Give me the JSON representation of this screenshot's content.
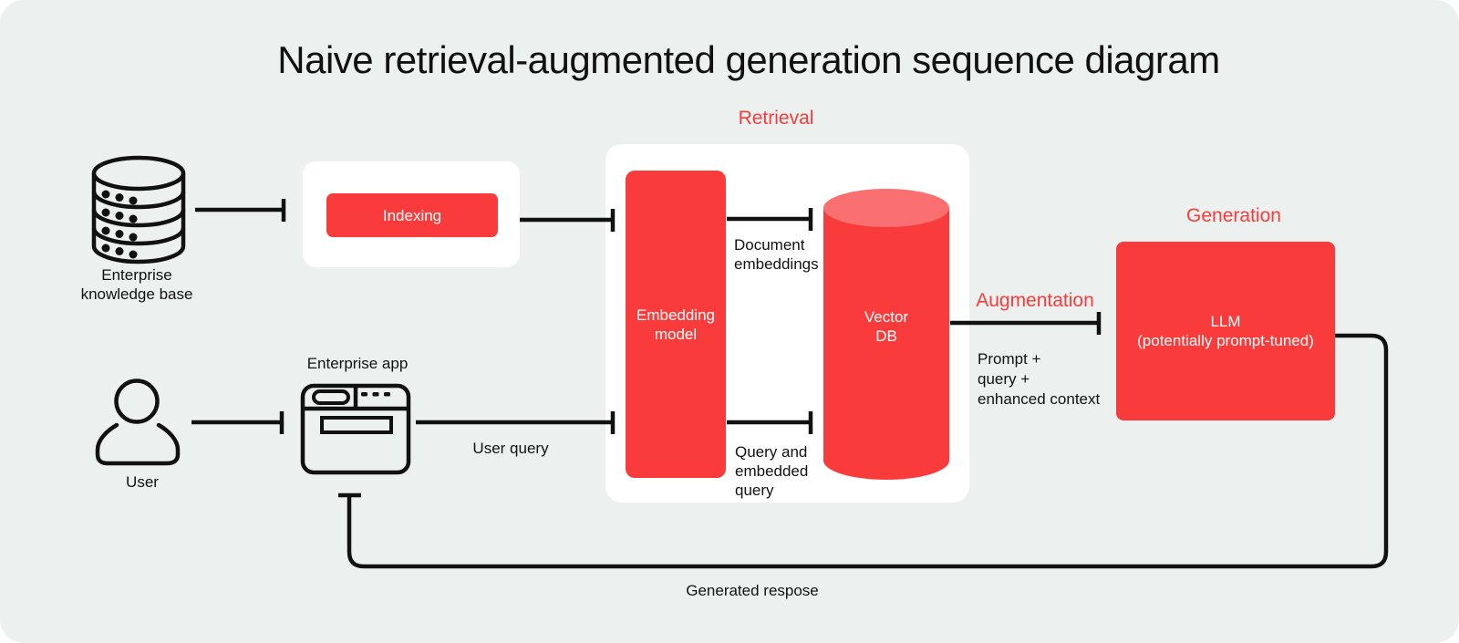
{
  "title": "Naive retrieval-augmented generation sequence diagram",
  "colors": {
    "accent_red": "#F93B3B",
    "cylinder_top_red": "#FA6F6F",
    "background": "#ECF1F0",
    "line_black": "#111111",
    "container_white": "#FFFFFF"
  },
  "sections": {
    "retrieval": "Retrieval",
    "augmentation": "Augmentation",
    "generation": "Generation"
  },
  "nodes": {
    "knowledge_base": {
      "lines": [
        "Enterprise",
        "knowledge base"
      ]
    },
    "indexing": {
      "label": "Indexing"
    },
    "embedding_model": {
      "lines": [
        "Embedding",
        "model"
      ]
    },
    "vector_db": {
      "lines": [
        "Vector",
        "DB"
      ]
    },
    "llm": {
      "lines": [
        "LLM",
        "(potentially prompt-tuned)"
      ]
    },
    "user": {
      "label": "User"
    },
    "enterprise_app": {
      "label": "Enterprise app"
    }
  },
  "edge_labels": {
    "document_embeddings": {
      "lines": [
        "Document",
        "embeddings"
      ]
    },
    "user_query": "User query",
    "query_embedded": {
      "lines": [
        "Query and",
        "embedded",
        "query"
      ]
    },
    "prompt_context": {
      "lines": [
        "Prompt +",
        "query +",
        "enhanced context"
      ]
    },
    "generated_response": "Generated respose"
  }
}
